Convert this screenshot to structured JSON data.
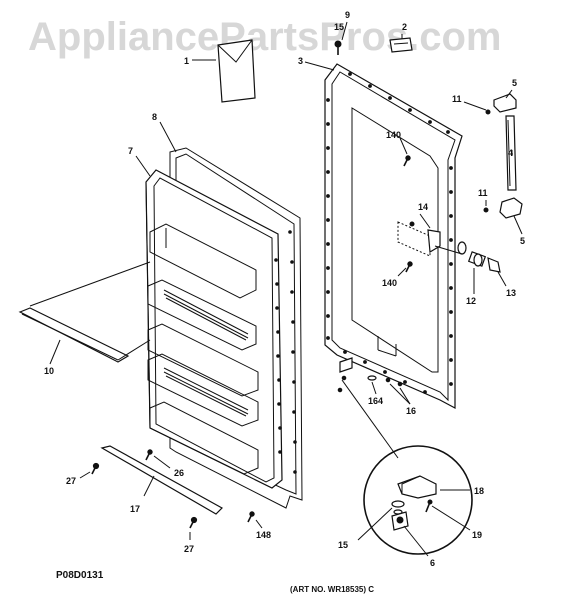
{
  "watermark": "AppliancePartsPros.com",
  "diagram_code": "P08D0131",
  "art_number": "(ART NO. WR18535) C",
  "callouts": [
    {
      "id": "c1",
      "text": "1"
    },
    {
      "id": "c2",
      "text": "2"
    },
    {
      "id": "c3",
      "text": "3"
    },
    {
      "id": "c4",
      "text": "4"
    },
    {
      "id": "c5a",
      "text": "5"
    },
    {
      "id": "c5b",
      "text": "5"
    },
    {
      "id": "c6",
      "text": "6"
    },
    {
      "id": "c7",
      "text": "7"
    },
    {
      "id": "c8",
      "text": "8"
    },
    {
      "id": "c9",
      "text": "9"
    },
    {
      "id": "c10",
      "text": "10"
    },
    {
      "id": "c11a",
      "text": "11"
    },
    {
      "id": "c11b",
      "text": "11"
    },
    {
      "id": "c12",
      "text": "12"
    },
    {
      "id": "c13",
      "text": "13"
    },
    {
      "id": "c14",
      "text": "14"
    },
    {
      "id": "c15a",
      "text": "15"
    },
    {
      "id": "c15b",
      "text": "15"
    },
    {
      "id": "c16",
      "text": "16"
    },
    {
      "id": "c17",
      "text": "17"
    },
    {
      "id": "c18",
      "text": "18"
    },
    {
      "id": "c19",
      "text": "19"
    },
    {
      "id": "c26",
      "text": "26"
    },
    {
      "id": "c27a",
      "text": "27"
    },
    {
      "id": "c27b",
      "text": "27"
    },
    {
      "id": "c140a",
      "text": "140"
    },
    {
      "id": "c140b",
      "text": "140"
    },
    {
      "id": "c148",
      "text": "148"
    },
    {
      "id": "c164",
      "text": "164"
    }
  ]
}
